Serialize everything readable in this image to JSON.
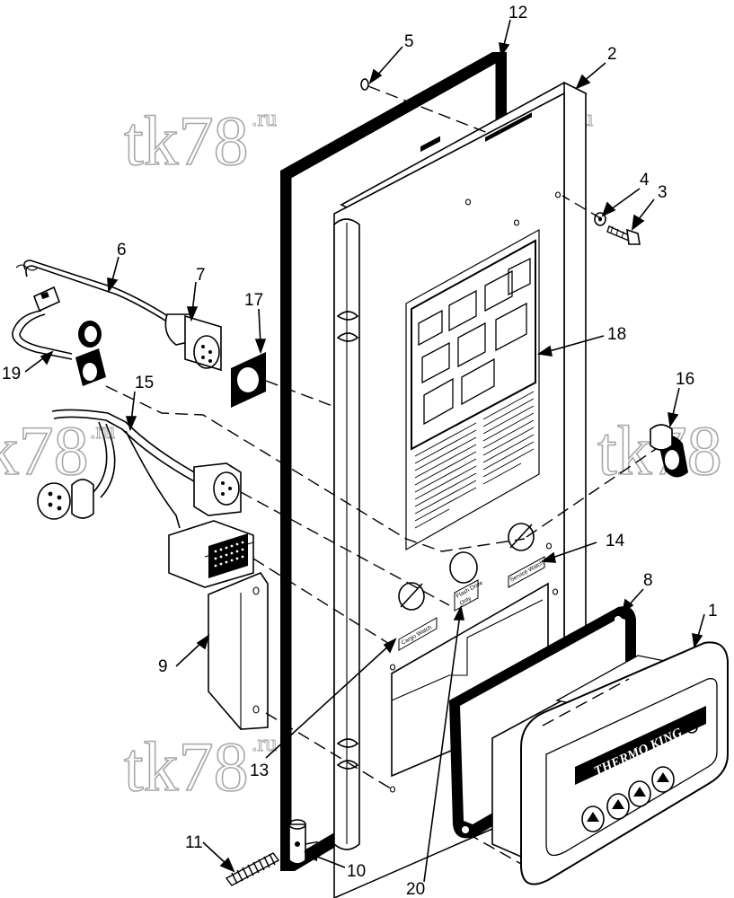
{
  "callouts": [
    {
      "id": "c1",
      "text": "1"
    },
    {
      "id": "c2",
      "text": "2"
    },
    {
      "id": "c3",
      "text": "3"
    },
    {
      "id": "c4",
      "text": "4"
    },
    {
      "id": "c5",
      "text": "5"
    },
    {
      "id": "c6",
      "text": "6"
    },
    {
      "id": "c7",
      "text": "7"
    },
    {
      "id": "c8",
      "text": "8"
    },
    {
      "id": "c9",
      "text": "9"
    },
    {
      "id": "c10",
      "text": "10"
    },
    {
      "id": "c11",
      "text": "11"
    },
    {
      "id": "c12",
      "text": "12"
    },
    {
      "id": "c13",
      "text": "13"
    },
    {
      "id": "c14",
      "text": "14"
    },
    {
      "id": "c15",
      "text": "15"
    },
    {
      "id": "c16",
      "text": "16"
    },
    {
      "id": "c17",
      "text": "17"
    },
    {
      "id": "c18",
      "text": "18"
    },
    {
      "id": "c19",
      "text": "19"
    },
    {
      "id": "c20",
      "text": "20"
    }
  ],
  "panel_labels": {
    "cargo_watch": "Cargo Watch",
    "flash_drive": "Flash Drive",
    "flash_drive_sub": "Only",
    "service_watch": "Service Watch"
  },
  "display_brand": "THERMO KING",
  "watermark": {
    "main": "tk78",
    "sup": ".ru"
  }
}
